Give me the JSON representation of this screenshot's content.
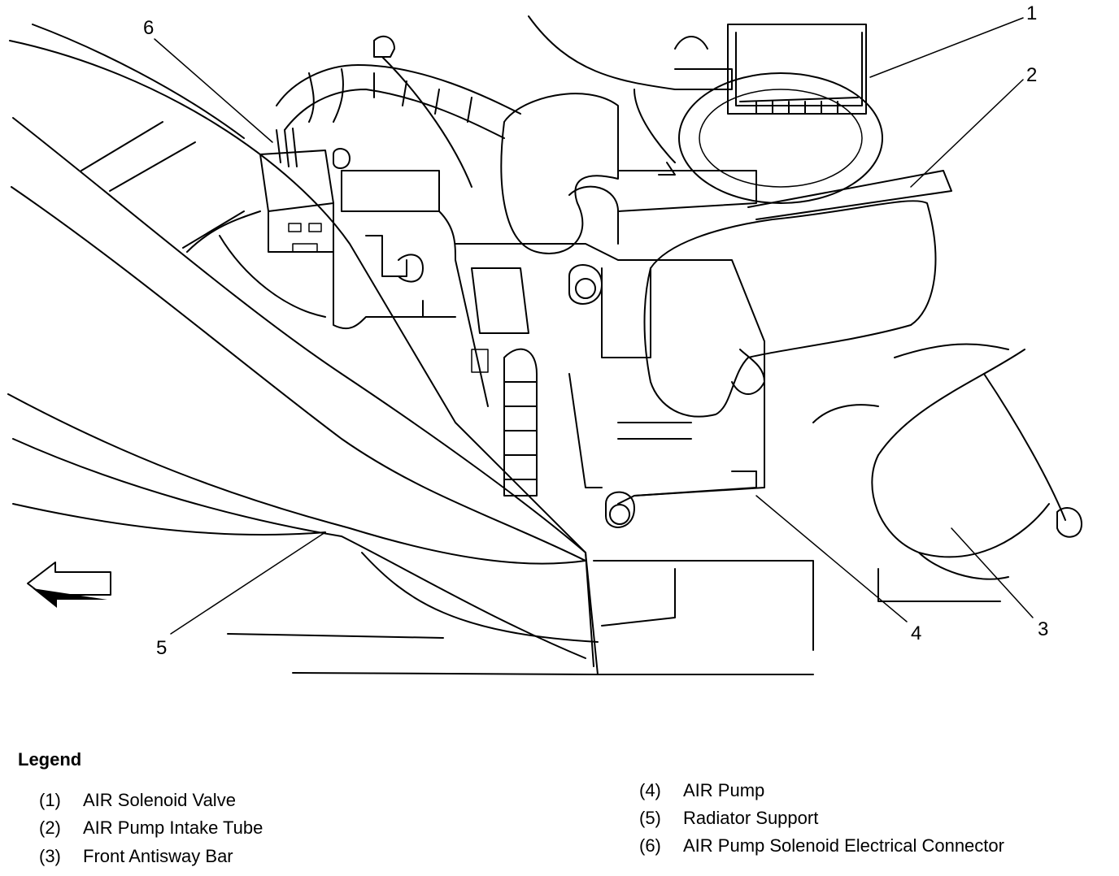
{
  "callouts": [
    {
      "number": "1"
    },
    {
      "number": "2"
    },
    {
      "number": "3"
    },
    {
      "number": "4"
    },
    {
      "number": "5"
    },
    {
      "number": "6"
    }
  ],
  "legend": {
    "title": "Legend",
    "items": [
      {
        "number": "(1)",
        "label": "AIR Solenoid Valve"
      },
      {
        "number": "(2)",
        "label": "AIR Pump Intake Tube"
      },
      {
        "number": "(3)",
        "label": "Front Antisway Bar"
      },
      {
        "number": "(4)",
        "label": "AIR Pump"
      },
      {
        "number": "(5)",
        "label": "Radiator Support"
      },
      {
        "number": "(6)",
        "label": "AIR Pump Solenoid Electrical Connector"
      }
    ]
  },
  "colors": {
    "line": "#000000",
    "background": "#ffffff"
  },
  "icons": {
    "direction_arrow": "left-arrow-icon"
  }
}
